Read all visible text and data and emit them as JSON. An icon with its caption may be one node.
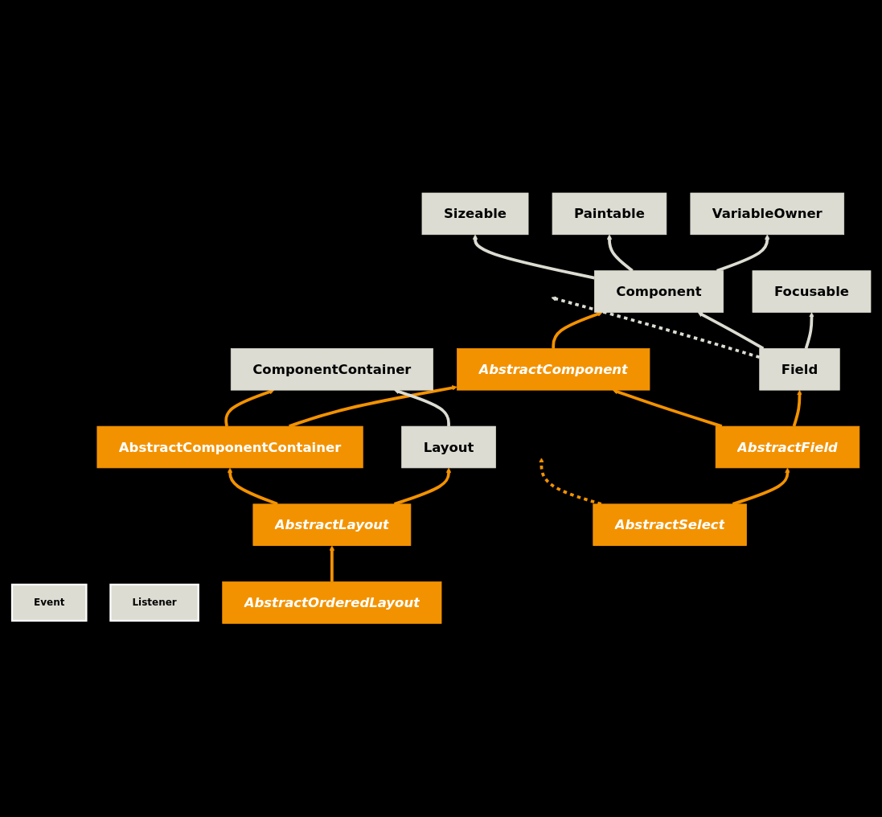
{
  "diagram": {
    "nodes": [
      {
        "text": [
          "VariableOwner"
        ]
      },
      {
        "text": [
          "Paintable"
        ]
      },
      {
        "text": [
          "Focusable"
        ]
      },
      {
        "text": [
          "Sizeable"
        ]
      },
      {
        "text": [
          "Component"
        ]
      },
      {
        "text": [
          "Event"
        ]
      },
      {
        "text": [
          "Listener"
        ]
      },
      {
        "text": [
          "Field"
        ]
      },
      {
        "text": [
          "AbstractComponent"
        ]
      },
      {
        "text": [
          "AbstractField"
        ]
      },
      {
        "text": [
          "ComponentContainer"
        ]
      },
      {
        "text": [
          "AbstractComponentContainer"
        ]
      },
      {
        "text": [
          "Layout"
        ]
      },
      {
        "text": [
          "AbstractLayout"
        ]
      },
      {
        "text": [
          "AbstractOrderedLayout"
        ]
      },
      {
        "text": [
          "AbstractSelect"
        ]
      }
    ],
    "edges": [
      {
        "from": 4,
        "to": 0,
        "arrow": "to",
        "color": "#dcdcd2"
      },
      {
        "from": 4,
        "to": 1,
        "arrow": "to",
        "color": "#dcdcd2"
      },
      {
        "from": 4,
        "to": 3,
        "arrow": "to",
        "color": "#dcdcd2"
      },
      {
        "from": 7,
        "to": 2,
        "arrow": "to",
        "color": "#dcdcd2"
      },
      {
        "from": 7,
        "to": 4,
        "arrow": "to",
        "color": "#dcdcd2"
      },
      {
        "from": 7,
        "to": null,
        "arrow": "to",
        "style": "dashed",
        "color": "#dcdcd2"
      },
      {
        "from": 8,
        "to": 4,
        "arrow": "to"
      },
      {
        "from": 9,
        "to": 7,
        "arrow": "to"
      },
      {
        "from": 9,
        "to": 8,
        "arrow": "to"
      },
      {
        "from": 11,
        "to": 8,
        "arrow": "to"
      },
      {
        "from": 11,
        "to": 10,
        "arrow": "to"
      },
      {
        "from": 12,
        "to": 10,
        "arrow": "to",
        "color": "#dcdcd2"
      },
      {
        "from": 13,
        "to": 12,
        "arrow": "to"
      },
      {
        "from": 13,
        "to": 11,
        "arrow": "to"
      },
      {
        "from": 14,
        "to": 13,
        "arrow": "to"
      },
      {
        "from": 15,
        "to": 9,
        "arrow": "to"
      },
      {
        "from": 15,
        "to": null,
        "arrow": "to",
        "style": "dashed"
      }
    ]
  }
}
